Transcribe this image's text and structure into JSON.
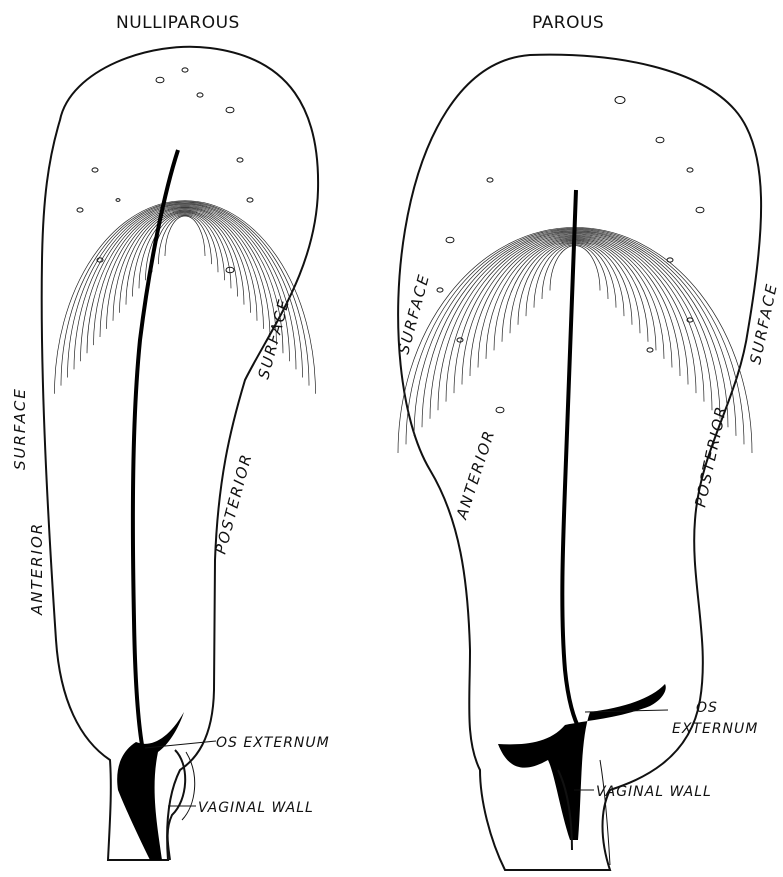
{
  "figure": {
    "left_title": "NULLIPAROUS",
    "right_title": "PAROUS"
  },
  "labels": {
    "surface": "SURFACE",
    "anterior": "ANTERIOR",
    "posterior": "POSTERIOR",
    "os_externum": "OS EXTERNUM",
    "os": "OS",
    "externum": "EXTERNUM",
    "vaginal_wall_left": "VAGINAL WALL",
    "vaginal_wall_right": "VAGINAL WALL"
  },
  "colors": {
    "ink": "#111111",
    "paper": "#ffffff"
  }
}
